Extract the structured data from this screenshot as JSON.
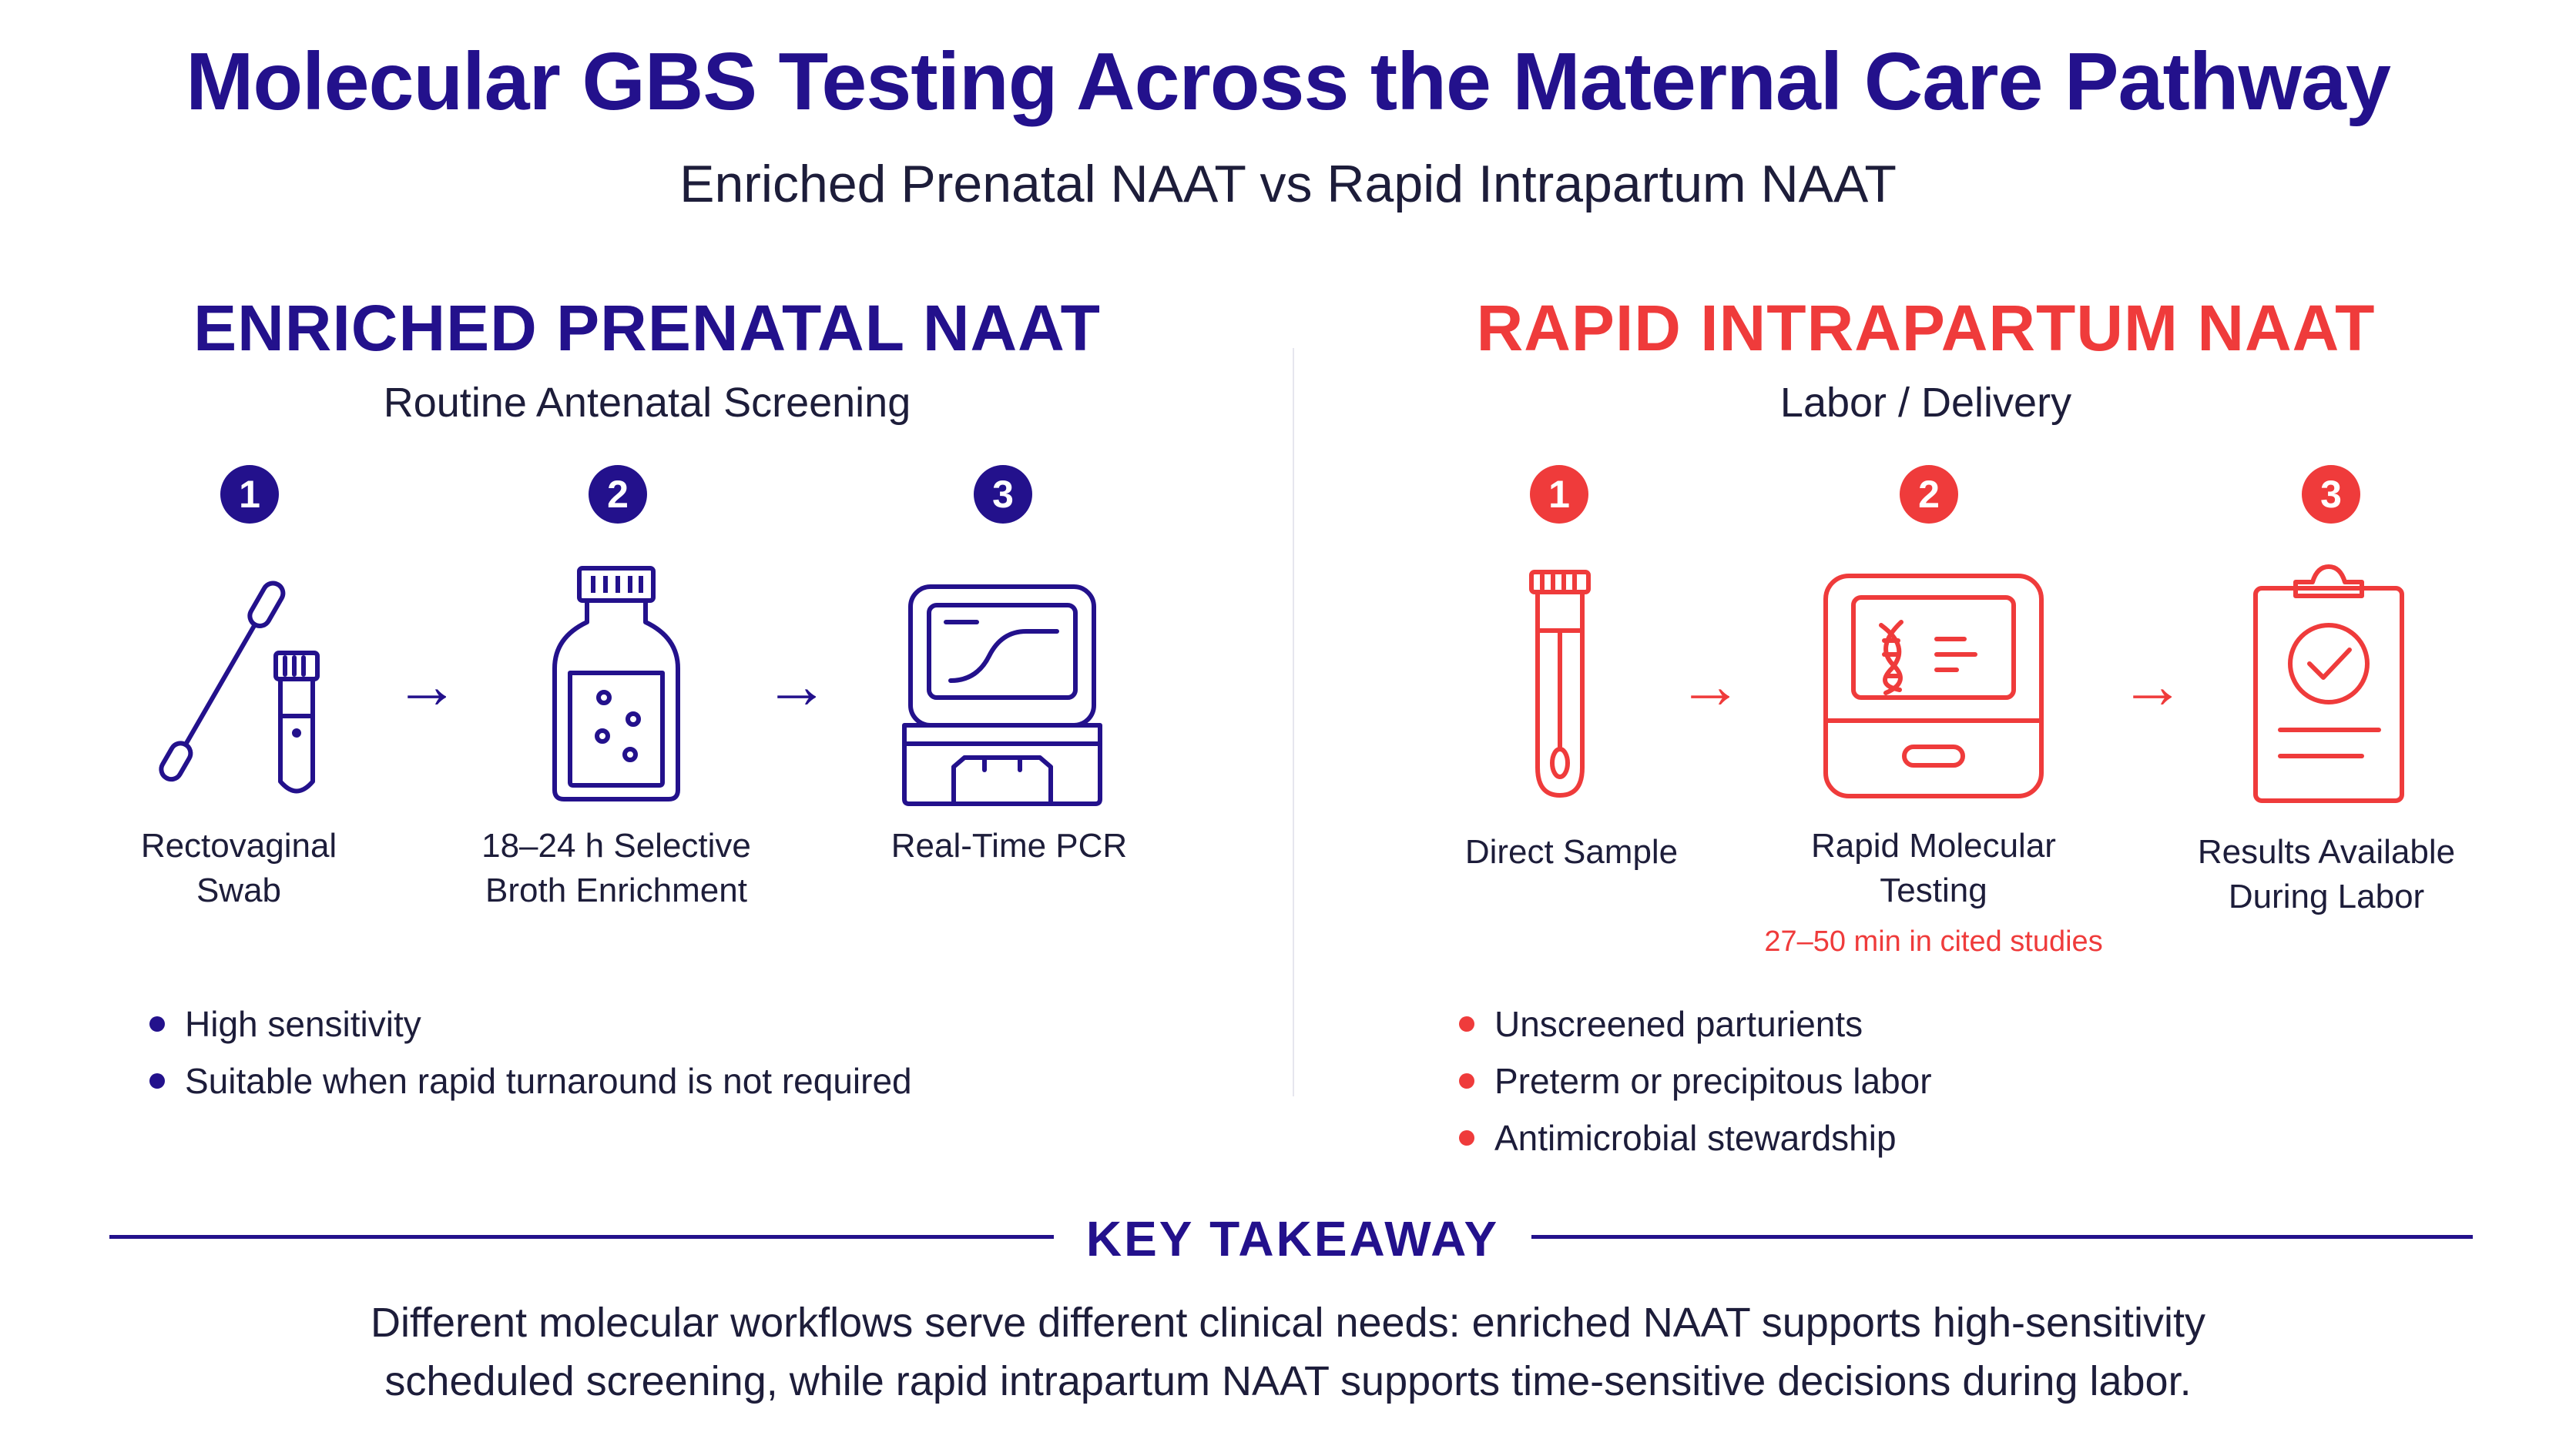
{
  "title": "Molecular GBS Testing Across the Maternal Care Pathway",
  "subtitle": "Enriched Prenatal NAAT vs Rapid Intrapartum NAAT",
  "colors": {
    "primary": "#23118c",
    "accent": "#ef3b3b",
    "text": "#1d1d3a"
  },
  "left": {
    "heading": "ENRICHED PRENATAL NAAT",
    "subheading": "Routine Antenatal Screening",
    "steps": [
      {
        "number": "1",
        "label_line1": "Rectovaginal",
        "label_line2": "Swab",
        "icon": "swab-and-tube-icon"
      },
      {
        "number": "2",
        "label_line1": "18–24 h Selective",
        "label_line2": "Broth Enrichment",
        "icon": "broth-bottle-icon"
      },
      {
        "number": "3",
        "label_line1": "Real-Time PCR",
        "icon": "pcr-instrument-icon"
      }
    ],
    "bullets": [
      "High sensitivity",
      "Suitable when rapid turnaround is not required"
    ]
  },
  "right": {
    "heading": "RAPID INTRAPARTUM NAAT",
    "subheading": "Labor / Delivery",
    "steps": [
      {
        "number": "1",
        "label_line1": "Direct Sample",
        "icon": "sample-tube-icon"
      },
      {
        "number": "2",
        "label_line1": "Rapid Molecular",
        "label_line2": "Testing",
        "note": "27–50 min in cited studies",
        "icon": "molecular-analyzer-icon"
      },
      {
        "number": "3",
        "label_line1": "Results Available",
        "label_line2": "During Labor",
        "icon": "results-clipboard-icon"
      }
    ],
    "bullets": [
      "Unscreened parturients",
      "Preterm or precipitous labor",
      "Antimicrobial stewardship"
    ]
  },
  "takeaway": {
    "heading": "KEY TAKEAWAY",
    "line1": "Different molecular workflows serve different clinical needs: enriched NAAT supports high-sensitivity",
    "line2": "scheduled screening, while rapid intrapartum NAAT supports time-sensitive decisions during labor."
  }
}
